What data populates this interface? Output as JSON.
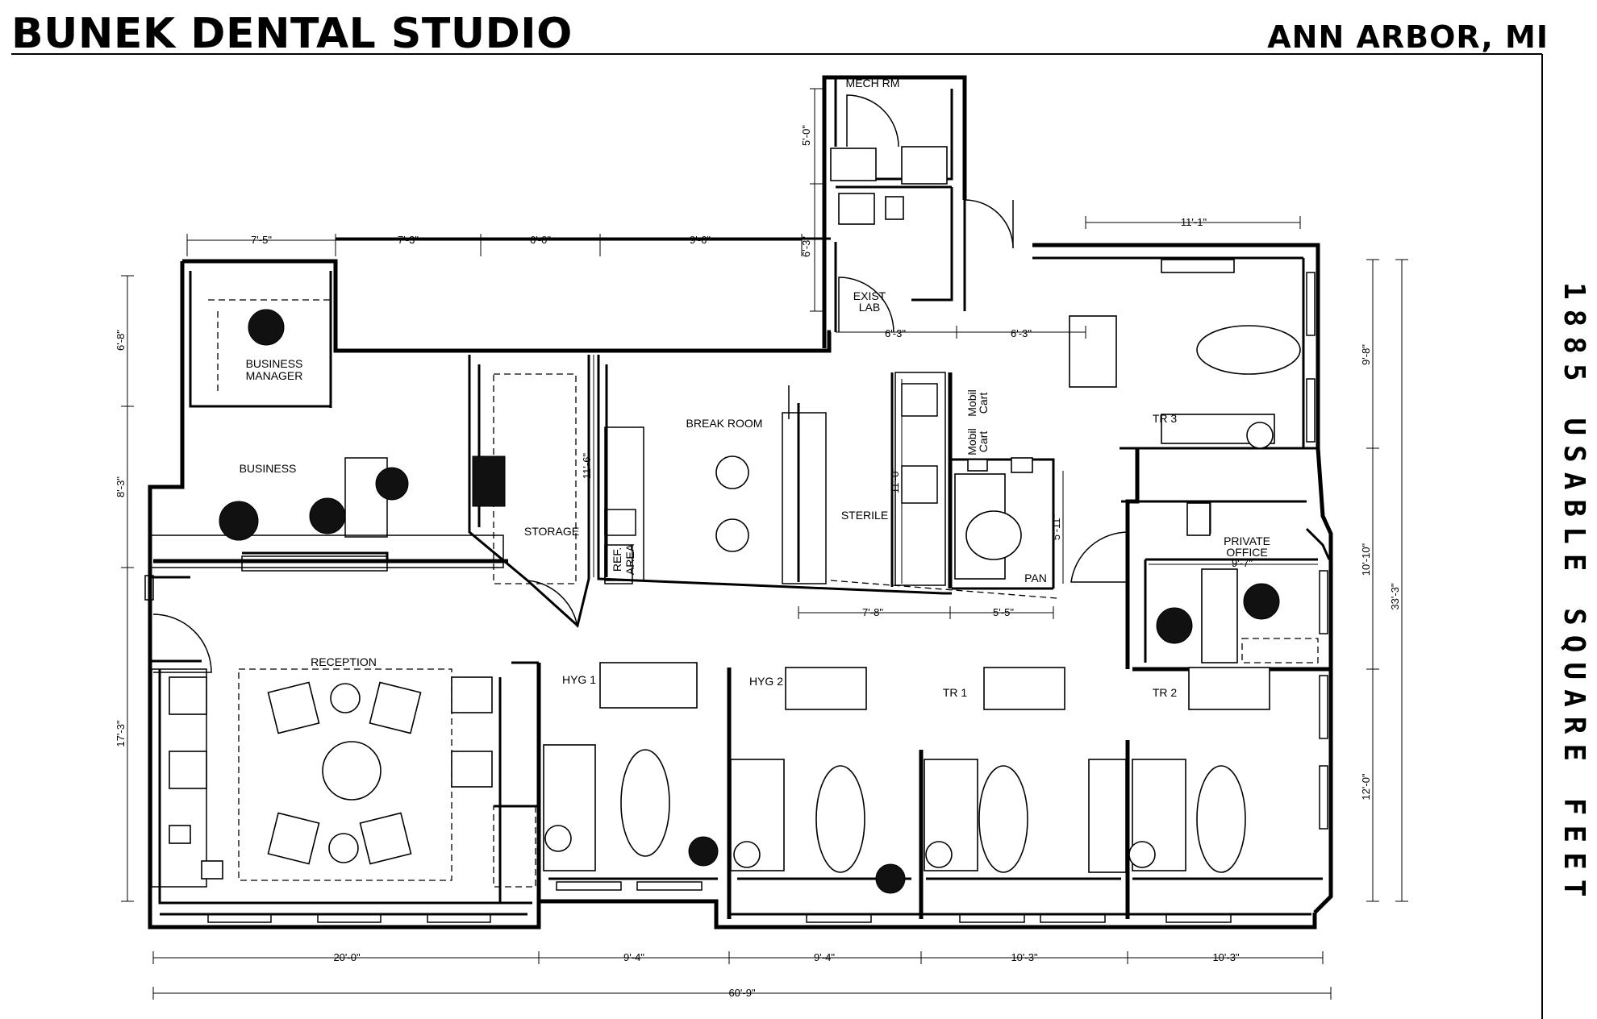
{
  "header": {
    "studio_name": "BUNEK DENTAL STUDIO",
    "city": "ANN ARBOR, MI",
    "usable_area": "1885 USABLE SQUARE FEET"
  },
  "rooms": {
    "business_manager": [
      "BUSINESS",
      "MANAGER"
    ],
    "business": "BUSINESS",
    "storage": "STORAGE",
    "ref_area": [
      "REF.",
      "AREA"
    ],
    "break_room": "BREAK ROOM",
    "sterile": "STERILE",
    "mech_rm": "MECH RM",
    "exist_lab": [
      "EXIST",
      "LAB"
    ],
    "pan": "PAN",
    "mobil_cart": [
      "Mobil",
      "Cart"
    ],
    "tr3": "TR 3",
    "private_office": [
      "PRIVATE",
      "OFFICE"
    ],
    "reception": "RECEPTION",
    "hyg1": "HYG 1",
    "hyg2": "HYG 2",
    "tr1": "TR 1",
    "tr2": "TR 2"
  },
  "dimensions": {
    "top_1": "7'-5\"",
    "top_2": "7'-3\"",
    "top_3": "6'-0\"",
    "top_4": "9'-6\"",
    "mech_height": "5'-0\"",
    "lab_height": "6'-3\"",
    "lab_width": "6'-3\"",
    "corridor_width": "6'-3\"",
    "tr3_width": "11'-1\"",
    "tr3_height": "9'-8\"",
    "left_1": "6'-8\"",
    "left_2": "8'-3\"",
    "left_3": "17'-3\"",
    "storage_height": "11'-6\"",
    "sterile_height": "11'-0\"",
    "pan_height": "5'-11\"",
    "sterile_width": "7'-8\"",
    "pan_width": "5'-5\"",
    "private_office_width": "9'-7\"",
    "right_mid": "10'-10\"",
    "right_low": "12'-0\"",
    "right_total": "33'-3\"",
    "bottom_1": "20'-0\"",
    "bottom_2": "9'-4\"",
    "bottom_3": "9'-4\"",
    "bottom_4": "10'-3\"",
    "bottom_5": "10'-3\"",
    "overall_width": "60'-9\""
  }
}
